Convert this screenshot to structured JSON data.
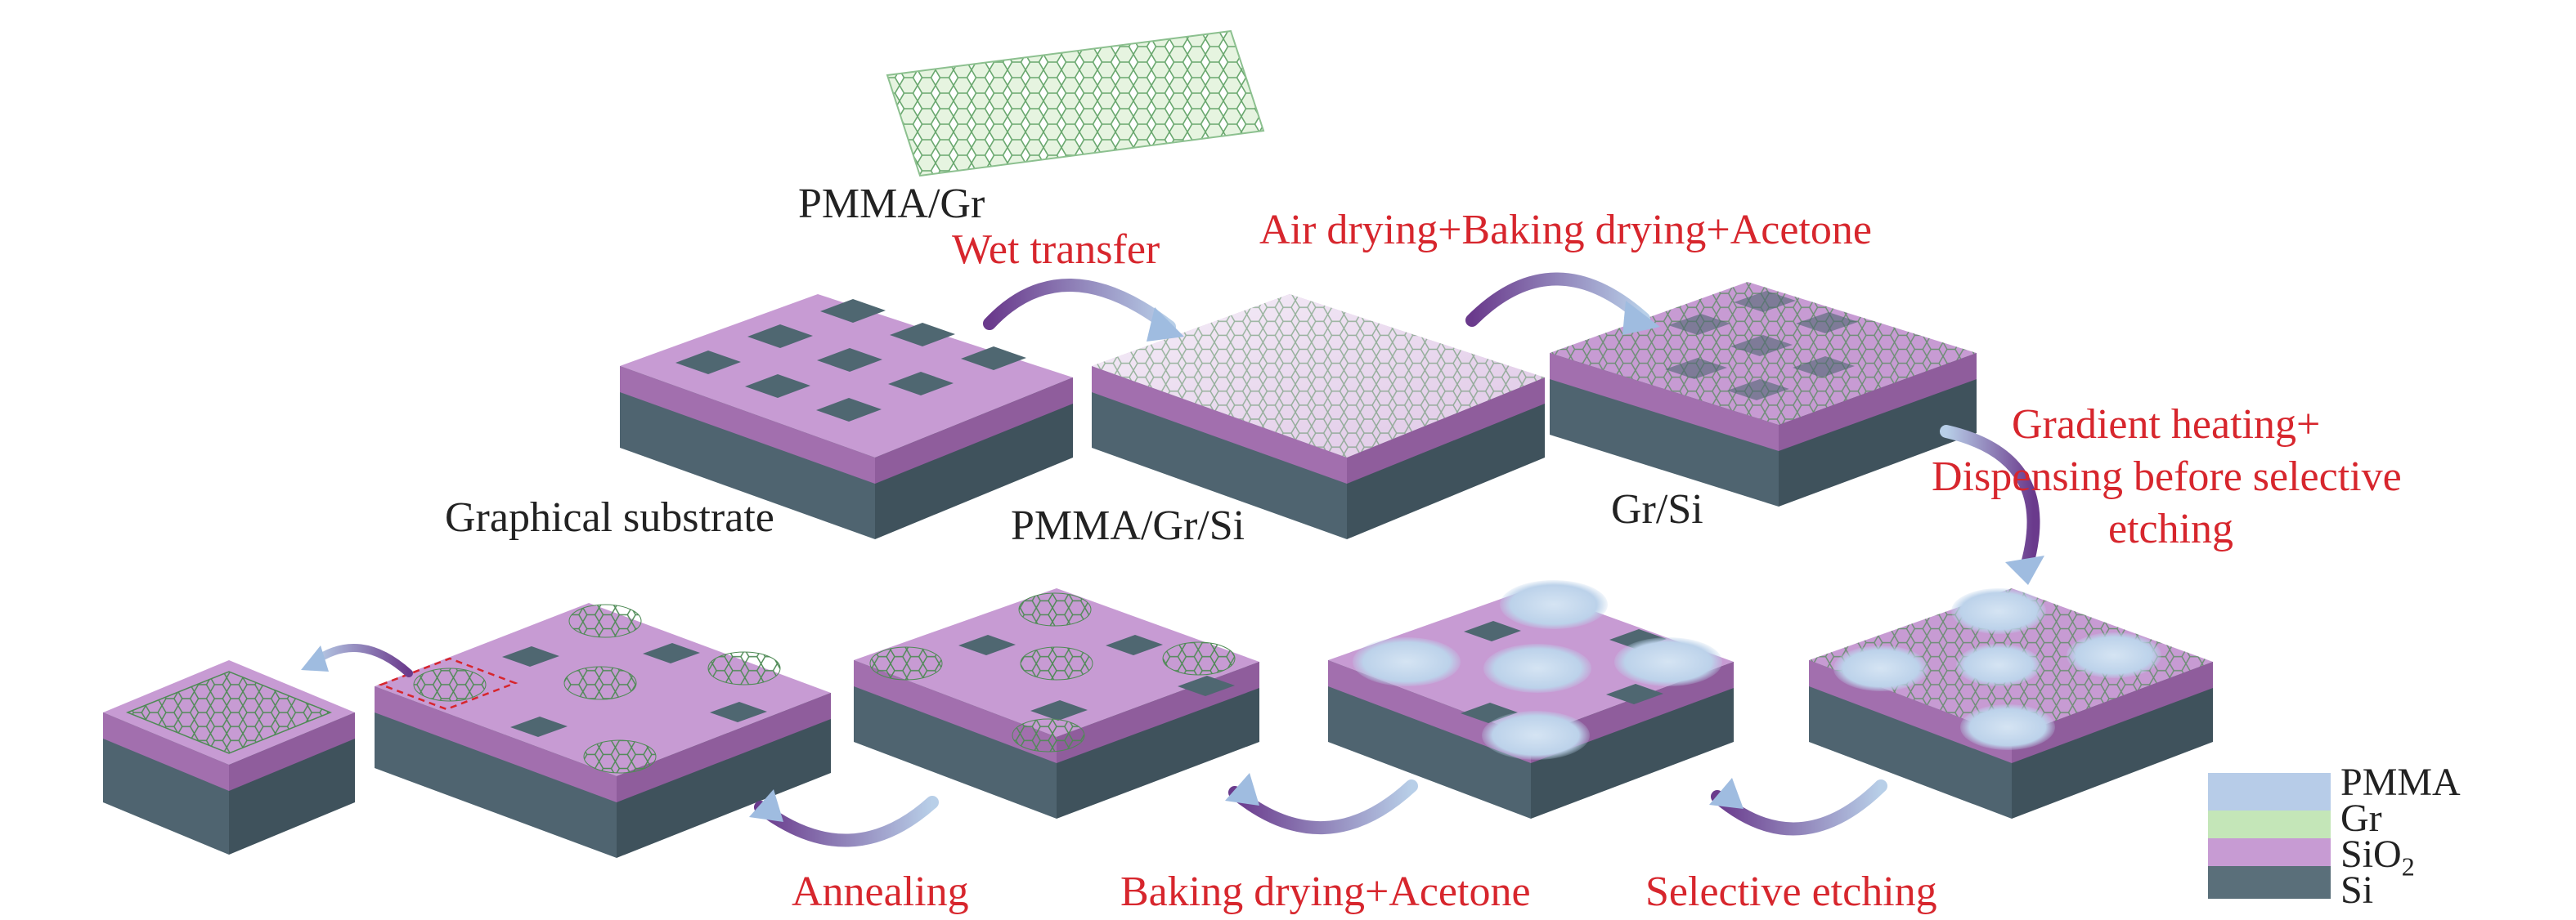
{
  "labels": {
    "pmma_gr": "PMMA/Gr",
    "graphical_substrate": "Graphical substrate",
    "pmma_gr_si": "PMMA/Gr/Si",
    "gr_si": "Gr/Si"
  },
  "steps": {
    "wet_transfer": "Wet transfer",
    "air_drying": "Air drying+Baking drying+Acetone",
    "gradient_heating_line1": "Gradient heating+",
    "gradient_heating_line2": "Dispensing before selective",
    "gradient_heating_line3": "etching",
    "annealing": "Annealing",
    "baking_drying": "Baking drying+Acetone",
    "selective_etching": "Selective etching"
  },
  "legend": [
    {
      "label": "PMMA",
      "color": "#b7cce8"
    },
    {
      "label": "Gr",
      "color": "#c4e6b8"
    },
    {
      "label": "SiO",
      "sub": "2",
      "color": "#c79bd3"
    },
    {
      "label": "Si",
      "color": "#5a6f7a"
    }
  ],
  "colors": {
    "step_text": "#d7262d",
    "sio2_top": "#c79bd3",
    "sio2_side": "#a26fae",
    "si_front": "#4f6470",
    "si_side": "#3f525c",
    "well": "#4f6771",
    "graphene_line": "#4e8a55",
    "graphene_fill": "#cfe9c6",
    "pmma": "#c7d9ee",
    "arrow_start": "#b8cfe8",
    "arrow_end": "#6a3a8c"
  }
}
